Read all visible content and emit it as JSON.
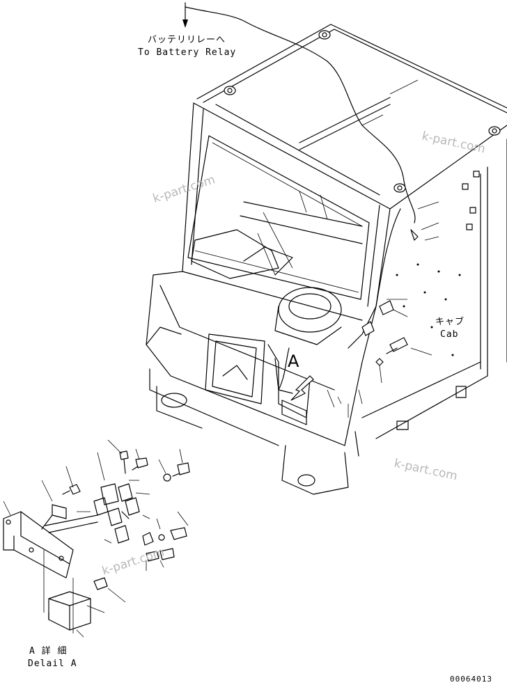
{
  "labels": {
    "battery_relay_jp": "バッテリリレーへ",
    "battery_relay_en": "To Battery Relay",
    "cab_jp": "キャブ",
    "cab_en": "Cab",
    "view_marker": "A",
    "detail_jp": "A 詳 細",
    "detail_en": "Delail A",
    "drawing_number": "00064013"
  },
  "watermarks": [
    "k-part.com",
    "k-part.com",
    "k-part.com",
    "k-part.com"
  ]
}
